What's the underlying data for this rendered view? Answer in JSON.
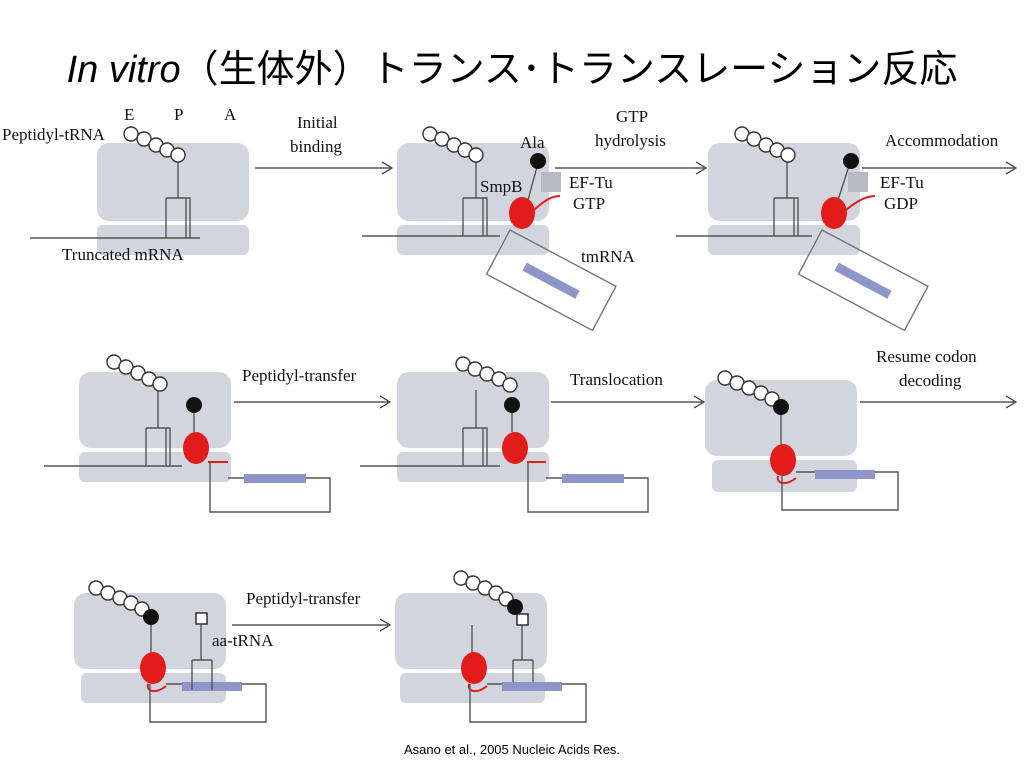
{
  "title": {
    "italic": "In vitro",
    "rest": "（生体外）トランス･トランスレーション反応"
  },
  "labels": {
    "site_e": "E",
    "site_p": "P",
    "site_a": "A",
    "peptidyl_trna": "Peptidyl-tRNA",
    "truncated_mrna": "Truncated mRNA",
    "initial_binding_1": "Initial",
    "initial_binding_2": "binding",
    "ala": "Ala",
    "smpb": "SmpB",
    "eftu_gtp_1": "EF-Tu",
    "eftu_gtp_2": "GTP",
    "tmrna": "tmRNA",
    "gtp_hydrolysis_1": "GTP",
    "gtp_hydrolysis_2": "hydrolysis",
    "accommodation": "Accommodation",
    "eftu_gdp_1": "EF-Tu",
    "eftu_gdp_2": "GDP",
    "peptidyl_transfer_1": "Peptidyl-transfer",
    "translocation": "Translocation",
    "resume_1": "Resume codon",
    "resume_2": "decoding",
    "peptidyl_transfer_2": "Peptidyl-transfer",
    "aa_trna": "aa-tRNA"
  },
  "citation": "Asano et al., 2005 Nucleic Acids Res.",
  "colors": {
    "ribosome": "#d3d5de",
    "smpb": "#e21b1b",
    "tmrna_orf": "#8e95c9",
    "alanine": "#111111"
  }
}
